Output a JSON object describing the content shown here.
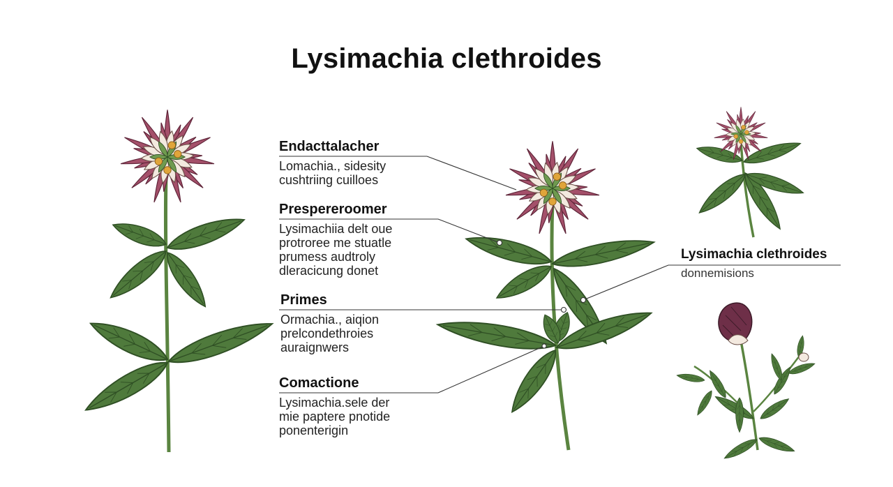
{
  "title": "Lysimachia clethroides",
  "labels": [
    {
      "heading": "Endacttalacher",
      "lines": [
        "Lomachia., sidesity",
        "cushtriing cuilloes"
      ]
    },
    {
      "heading": "Prespereroomer",
      "lines": [
        "Lysimachiia delt oue",
        "protroree me stuatle",
        "prumess audtroly",
        "dleracicung donet"
      ]
    },
    {
      "heading": "Primes",
      "lines": [
        "Ormachia., aiqion",
        "prelcondethroies",
        "auraignwers"
      ]
    },
    {
      "heading": "Comactione",
      "lines": [
        "Lysimachia.sele der",
        "mie paptere pnotide",
        "ponenterigin"
      ]
    }
  ],
  "right_label": {
    "heading": "Lysimachia clethroides",
    "sub": "donnemisions"
  },
  "colors": {
    "leaf": "#4f7a3c",
    "leaf_dark": "#2f4f24",
    "stem": "#5a8440",
    "petal": "#a4506a",
    "petal_light": "#f3e9df",
    "flower_center": "#e0a53a",
    "leader": "#333333"
  }
}
